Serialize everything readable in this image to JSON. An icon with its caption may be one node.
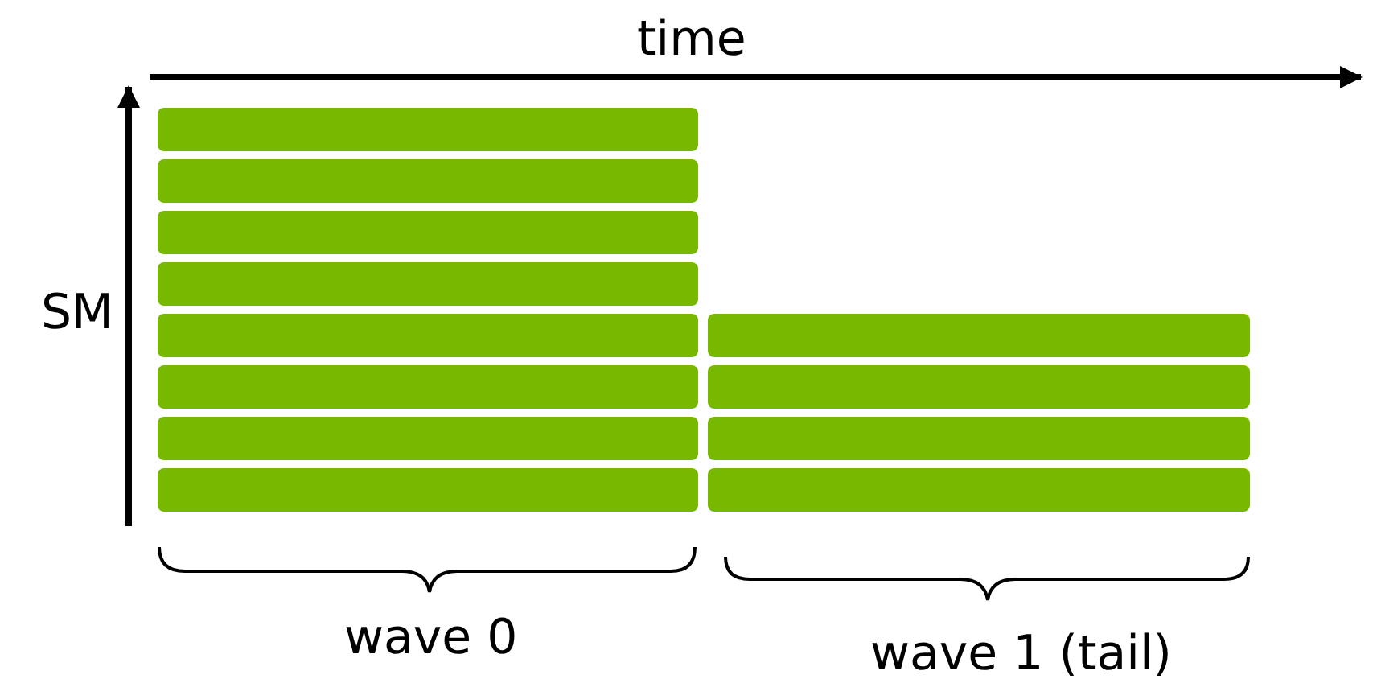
{
  "diagram": {
    "nodes": [
      {
        "text": [],
        "shape": "bar"
      },
      {
        "text": [],
        "shape": "bar"
      },
      {
        "text": [],
        "shape": "bar"
      },
      {
        "text": [],
        "shape": "bar"
      },
      {
        "text": [],
        "shape": "bar"
      },
      {
        "text": [],
        "shape": "bar"
      },
      {
        "text": [],
        "shape": "bar"
      },
      {
        "text": [],
        "shape": "bar"
      },
      {
        "text": [],
        "shape": "bar"
      },
      {
        "text": [],
        "shape": "bar"
      },
      {
        "text": [],
        "shape": "bar"
      },
      {
        "text": [],
        "shape": "bar"
      }
    ],
    "labels": [
      "time",
      "SM",
      "wave 0",
      "wave 1 (tail)"
    ]
  }
}
